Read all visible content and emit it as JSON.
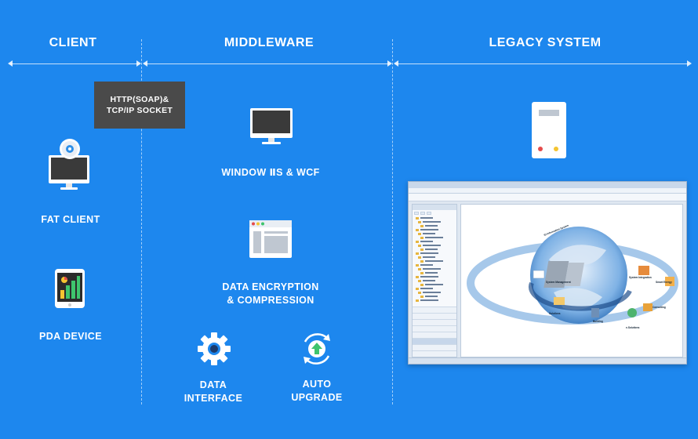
{
  "columns": {
    "client": "CLIENT",
    "middleware": "MIDDLEWARE",
    "legacy": "LEGACY SYSTEM"
  },
  "protocol_box": {
    "line1": "HTTP(SOAP)&",
    "line2": "TCP/IP SOCKET"
  },
  "client_items": {
    "fat_client": "FAT CLIENT",
    "pda_device": "PDA DEVICE"
  },
  "middleware_items": {
    "window_iis": "WINDOW ⅡS & WCF",
    "encryption_line1": "DATA ENCRYPTION",
    "encryption_line2": "& COMPRESSION",
    "data_interface_line1": "DATA",
    "data_interface_line2": "INTERFACE",
    "auto_upgrade_line1": "AUTO",
    "auto_upgrade_line2": "UPGRADE"
  },
  "legacy_window": {
    "diagram": {
      "center_label": "ID Information System",
      "nodes": [
        "System Management",
        "Solutions",
        "Building",
        "e-Solutions",
        "Consulting",
        "Smart Energy",
        "System Integration"
      ]
    }
  },
  "colors": {
    "background": "#1d87ee",
    "protocol_box": "#4a4a4a",
    "server_red": "#e54b4b",
    "server_yellow": "#f4c430"
  },
  "icons": [
    "monitor-icon",
    "cd-disc-icon",
    "tablet-chart-icon",
    "browser-window-icon",
    "gear-icon",
    "upgrade-cycle-icon",
    "server-icon"
  ]
}
